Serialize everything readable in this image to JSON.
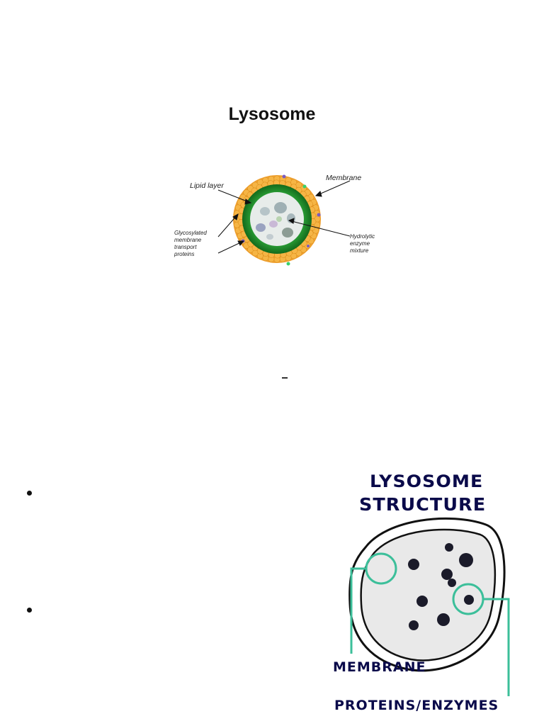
{
  "title": "Lysosome",
  "figure1": {
    "labels": {
      "lipid_layer": "Lipid layer",
      "membrane": "Membrane",
      "glycosylated": [
        "Glycosylated",
        "membrane",
        "transport",
        "proteins"
      ],
      "hydrolytic": [
        "Hydrolytic",
        "enzyme",
        "mixture"
      ]
    },
    "colors": {
      "outer_beads": "#f2a632",
      "green_ring": "#1f8a2a",
      "interior": "#e6ebe9"
    }
  },
  "figure2": {
    "heading_line1": "LYSOSOME",
    "heading_line2": "STRUCTURE",
    "label_membrane": "MEMBRANE",
    "label_proteins": "PROTEINS/ENZYMES",
    "colors": {
      "highlight": "#3cbf9a",
      "ink": "#0a0a4a"
    }
  }
}
